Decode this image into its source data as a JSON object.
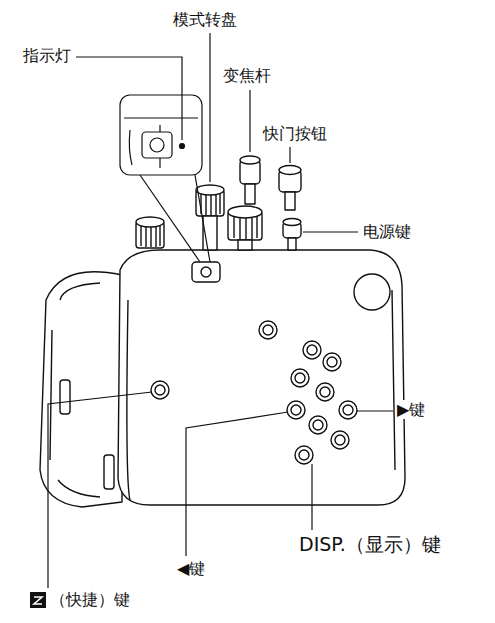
{
  "diagram": {
    "labels": [
      "指示灯",
      "模式转盘",
      "变焦杆",
      "快门按钮",
      "电源键",
      "▶键",
      "DISP.（显示）键",
      "◀键",
      "（快捷）键"
    ]
  }
}
